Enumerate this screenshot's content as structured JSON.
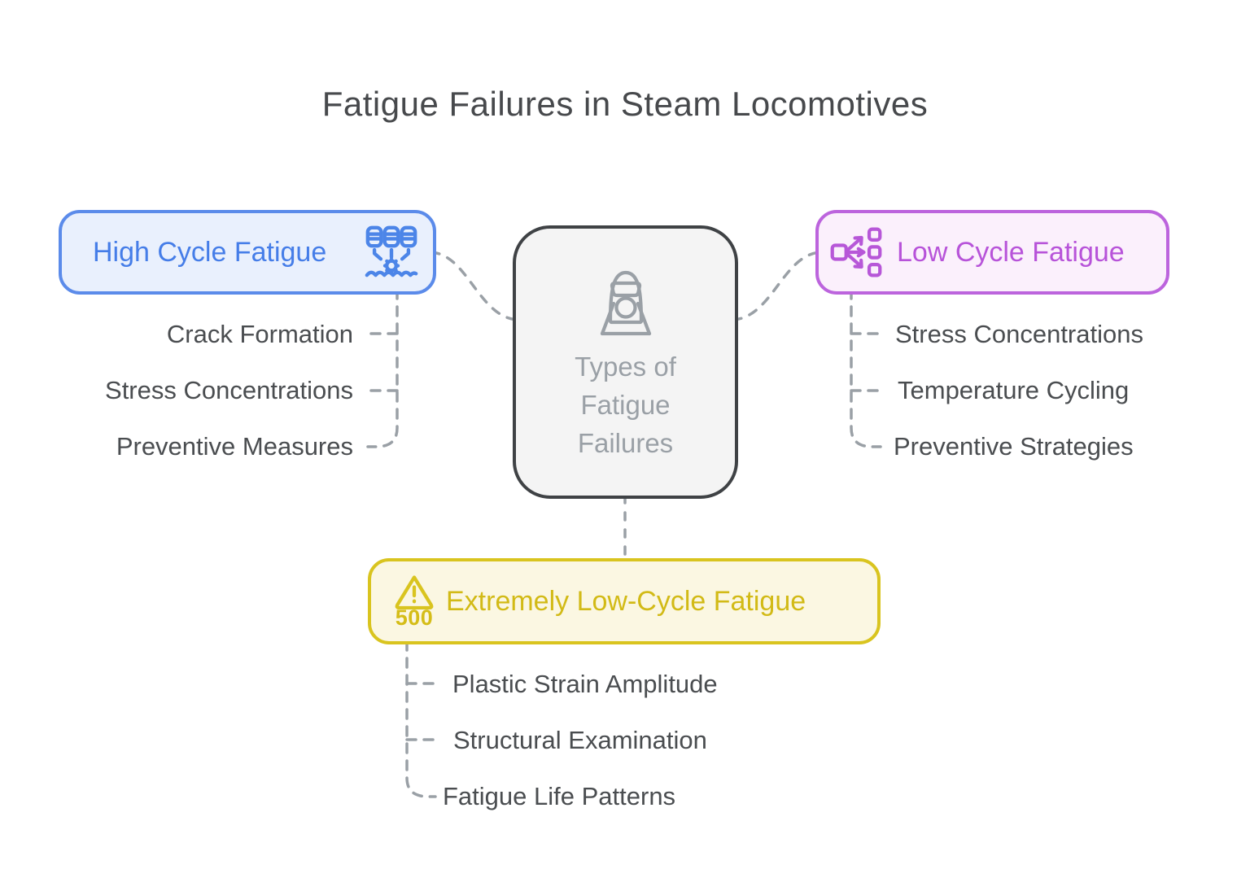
{
  "title": "Fatigue Failures in Steam Locomotives",
  "center_node": {
    "label": "Types of Fatigue Failures",
    "icon": "locomotive-front-icon"
  },
  "branches": {
    "high_cycle": {
      "label": "High Cycle Fatigue",
      "icon": "databases-gear-wave-icon",
      "accent": "#5b8bea",
      "text_color": "#457de8",
      "background": "#e9f0fd",
      "items": [
        "Crack Formation",
        "Stress Concentrations",
        "Preventive Measures"
      ]
    },
    "low_cycle": {
      "label": "Low Cycle Fatigue",
      "icon": "fan-out-distribution-icon",
      "accent": "#bc64dd",
      "text_color": "#b753d9",
      "background": "#fbf0fc",
      "items": [
        "Stress Concentrations",
        "Temperature Cycling",
        "Preventive Strategies"
      ]
    },
    "extremely_low_cycle": {
      "label": "Extremely Low-Cycle Fatigue",
      "icon": "warning-triangle-icon",
      "icon_number": "500",
      "accent": "#d9c41f",
      "text_color": "#d2ba16",
      "background": "#fbf7e2",
      "items": [
        "Plastic Strain Amplitude",
        "Structural Examination",
        "Fatigue Life Patterns"
      ]
    }
  },
  "colors": {
    "title_text": "#47494c",
    "item_text": "#4a4d50",
    "connector": "#9aa0a6",
    "center_border": "#3f4245",
    "center_background": "#f4f4f4",
    "center_text": "#9aa0a6"
  }
}
